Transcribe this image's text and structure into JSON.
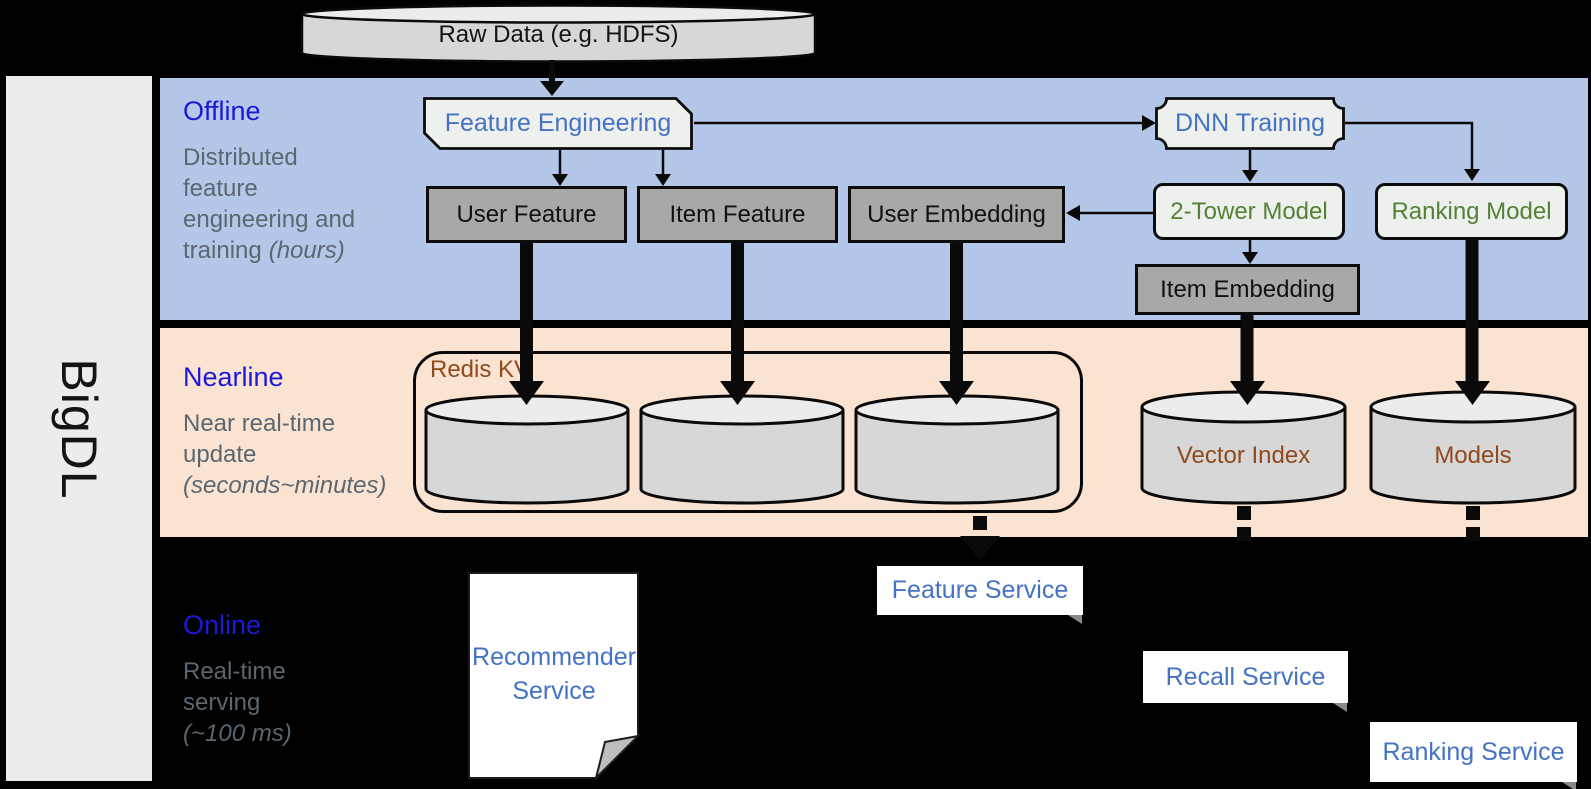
{
  "colors": {
    "page_bg": "#000000",
    "sidebar_bg": "#ececec",
    "band_offline": "#b4c7e8",
    "band_nearline": "#fbe3d1",
    "section_title": "#1a1ad9",
    "section_desc": "#5b6770",
    "node_light_fill": "#eef0ee",
    "node_dark_fill": "#a8a8a8",
    "cyl_body": "#d7d7d7",
    "cyl_top": "#ececec",
    "accent_blue": "#4472c4",
    "accent_green": "#548235",
    "accent_brown": "#8f4a1d",
    "white": "#ffffff"
  },
  "sidebar": {
    "brand": "BigDL"
  },
  "datastore": {
    "raw_data": "Raw Data (e.g. HDFS)"
  },
  "sections": {
    "offline": {
      "title": "Offline",
      "lines": [
        "Distributed",
        "feature",
        "engineering and"
      ],
      "last_line": "training",
      "qualifier": "(hours)"
    },
    "nearline": {
      "title": "Nearline",
      "lines": [
        "Near real-time",
        "update"
      ],
      "last_line": "",
      "qualifier": "(seconds~minutes)"
    },
    "online": {
      "title": "Online",
      "lines": [
        "Real-time",
        "serving"
      ],
      "last_line": "",
      "qualifier": "(~100 ms)"
    }
  },
  "nodes": {
    "feature_engineering": "Feature Engineering",
    "dnn_training": "DNN Training",
    "user_feature": "User Feature",
    "item_feature": "Item Feature",
    "user_embedding": "User Embedding",
    "two_tower_model": "2-Tower Model",
    "ranking_model": "Ranking Model",
    "item_embedding": "Item Embedding",
    "redis_kv": "Redis KV",
    "vector_index": "Vector Index",
    "models": "Models",
    "feature_service": "Feature Service",
    "recall_service": "Recall Service",
    "ranking_service": "Ranking Service",
    "recommender_service": "Recommender Service"
  }
}
